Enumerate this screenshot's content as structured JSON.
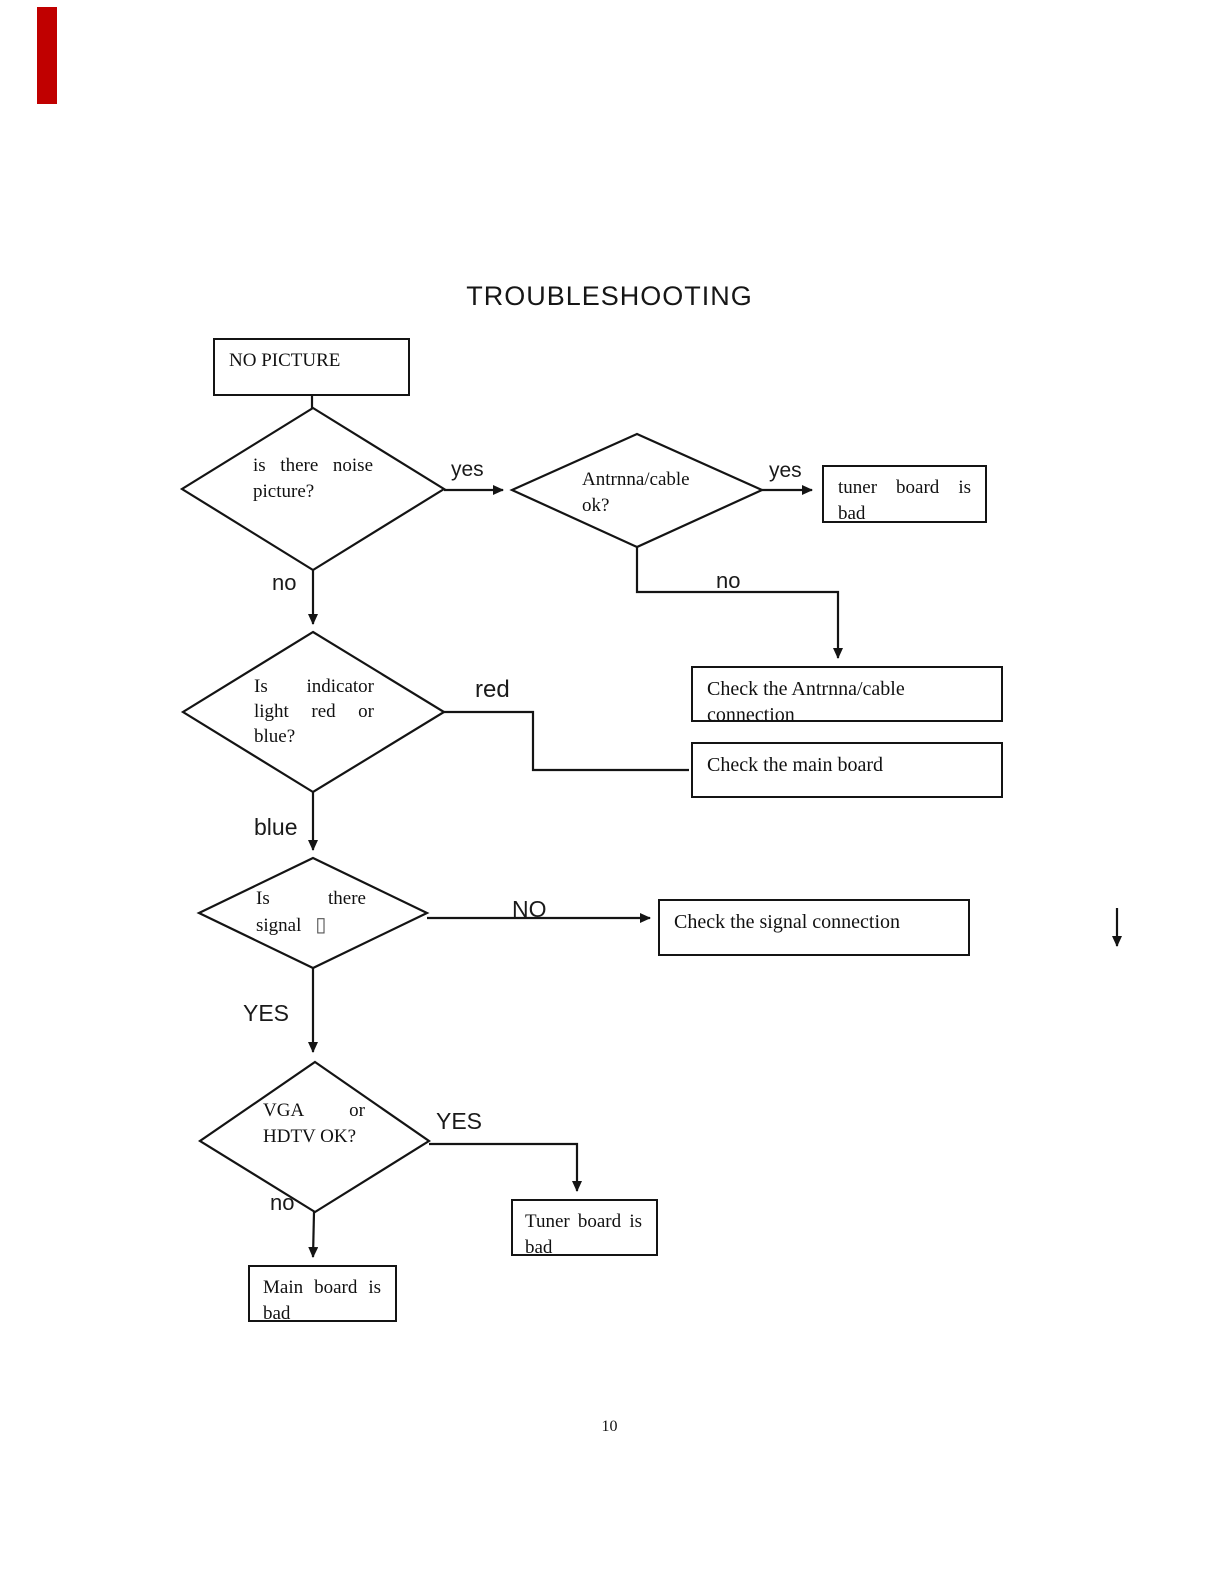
{
  "page": {
    "title": "TROUBLESHOOTING",
    "page_number": "10"
  },
  "colors": {
    "line": "#141414",
    "margin_mark": "#c00000"
  },
  "nodes": {
    "no_picture": {
      "label": "NO PICTURE"
    },
    "noise": {
      "lines": [
        "is there noise",
        "picture?"
      ]
    },
    "antenna_ok": {
      "lines": [
        "Antrnna/cable",
        "ok?"
      ]
    },
    "tuner_bad_top": {
      "lines": [
        "tuner board is",
        "bad"
      ]
    },
    "check_antenna": {
      "label": "Check the Antrnna/cable connection"
    },
    "check_main": {
      "label": "Check the main board"
    },
    "indicator": {
      "lines": [
        "Is indicator",
        "light red or",
        "blue?"
      ]
    },
    "signal": {
      "lines": [
        "Is there",
        "signal"
      ],
      "missing_glyph": "▯"
    },
    "check_signal": {
      "label": "Check the signal connection"
    },
    "vga": {
      "lines": [
        "VGA or",
        "HDTV OK?"
      ]
    },
    "tuner_bad_bottom": {
      "lines": [
        "Tuner board is",
        "bad"
      ]
    },
    "main_bad": {
      "lines": [
        "Main board is",
        "bad"
      ]
    }
  },
  "edges": {
    "noise_yes": "yes",
    "noise_no": "no",
    "antenna_yes": "yes",
    "antenna_no": "no",
    "indicator_red": "red",
    "indicator_blue": "blue",
    "signal_no": "NO",
    "signal_yes": "YES",
    "vga_yes": "YES",
    "vga_no": "no"
  }
}
